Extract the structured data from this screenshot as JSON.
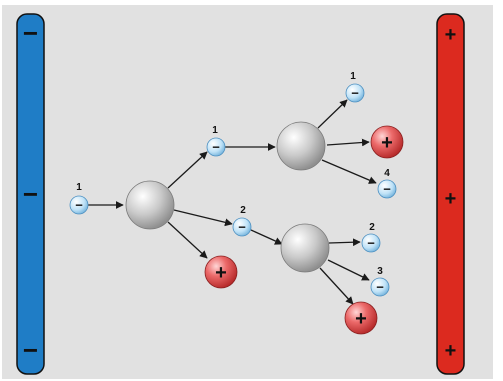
{
  "colors": {
    "background": "#e1e1e1",
    "negative_plate": "#1f7dc6",
    "positive_plate": "#dc2a1f",
    "electron": "#a8d4ef",
    "ion": "#e04848",
    "atom": "#c6c6c6"
  },
  "plates": {
    "negative": {
      "sign": "−",
      "count": 3
    },
    "positive": {
      "sign": "+",
      "count": 3
    }
  },
  "electron_labels": [
    "1",
    "1",
    "2",
    "1",
    "4",
    "2",
    "3"
  ],
  "electron_symbol": "−",
  "ion_symbol": "+"
}
